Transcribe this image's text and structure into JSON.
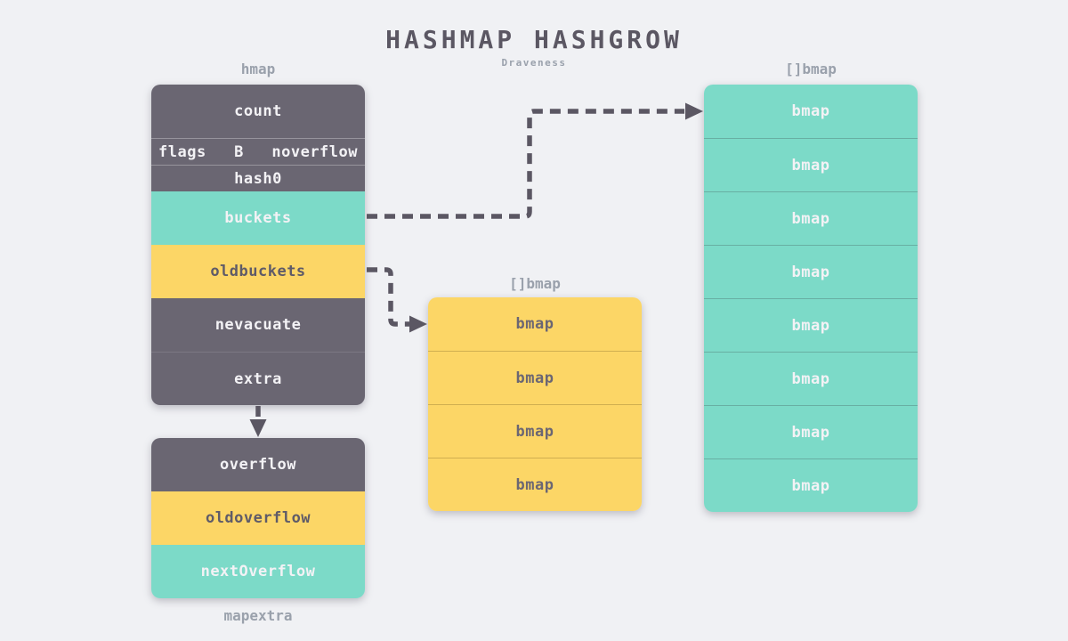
{
  "title": "HASHMAP HASHGROW",
  "subtitle": "Draveness",
  "colors": {
    "background": "#f0f1f4",
    "struct_dark": "#6a6672",
    "teal": "#7cdac8",
    "yellow": "#fcd666",
    "arrow": "#5b5763",
    "label_gray": "#9aa1ac"
  },
  "hmap": {
    "label": "hmap",
    "rows": [
      {
        "name": "count"
      },
      {
        "cells": [
          "flags",
          "B",
          "noverflow"
        ]
      },
      {
        "name": "hash0"
      },
      {
        "name": "buckets"
      },
      {
        "name": "oldbuckets"
      },
      {
        "name": "nevacuate"
      },
      {
        "name": "extra"
      }
    ]
  },
  "mapextra": {
    "label": "mapextra",
    "rows": [
      {
        "name": "overflow"
      },
      {
        "name": "oldoverflow"
      },
      {
        "name": "nextOverflow"
      }
    ]
  },
  "buckets_array": {
    "label": "[]bmap",
    "cell_label": "bmap",
    "cell_count": 8
  },
  "oldbuckets_array": {
    "label": "[]bmap",
    "cell_label": "bmap",
    "cell_count": 4
  }
}
